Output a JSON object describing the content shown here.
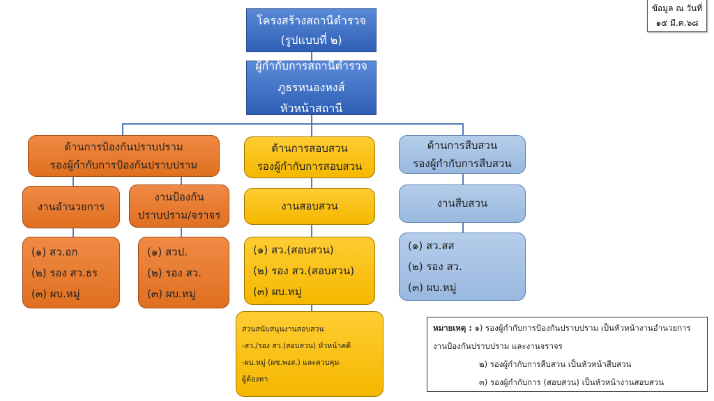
{
  "title": "โครงสร้างสถานีตำรวจ (รูปแบบที่ ๒)",
  "date": {
    "line1": "ข้อมูล ณ วันที่",
    "line2": "๑๕ มี.ค.๖๘"
  },
  "head": {
    "line1": "ผู้กำกับการสถานีตำรวจภูธรหนองหงส์",
    "line2": "หัวหน้าสถานี"
  },
  "prevention": {
    "line1": "ด้านการป้องกันปราบปราม",
    "line2": "รองผู้กำกับการป้องกันปราบปราม",
    "admin": {
      "label": "งานอำนวยการ",
      "items": [
        "(๑) สว.อก",
        "(๒) รอง สว.ธร",
        "(๓) ผบ.หมู่"
      ]
    },
    "patrol": {
      "line1": "งานป้องกัน",
      "line2": "ปราบปราม/จราจร",
      "items": [
        "(๑) สวป.",
        "(๒) รอง สว.",
        "(๓) ผบ.หมู่"
      ]
    }
  },
  "inquiry": {
    "line1": "ด้านการสอบสวน",
    "line2": "รองผู้กำกับการสอบสวน",
    "work": {
      "label": "งานสอบสวน",
      "items": [
        "(๑) สว.(สอบสวน)",
        "(๒) รอง สว.(สอบสวน)",
        "(๓) ผบ.หมู่"
      ]
    },
    "support": [
      "ส่วนสนับสนุนงานสอบสวน",
      "-สว./รอง สว.(สอบสวน) หัวหน้าคดี",
      "-ผบ.หมู่ (ผช.พงส.) และควบคุม",
      "ผู้ต้องหา"
    ]
  },
  "investigation": {
    "line1": "ด้านการสืบสวน",
    "line2": "รองผู้กำกับการสืบสวน",
    "work": {
      "label": "งานสืบสวน",
      "items": [
        "(๑) สว.สส",
        "(๒) รอง สว.",
        "(๓) ผบ.หมู่"
      ]
    }
  },
  "note": {
    "label": "หมายเหตุ :",
    "lines": [
      "๑) รองผู้กำกับการป้องกันปราบปราม เป็นหัวหน้างานอำนวยการ",
      "งานป้องกันปราบปราม และงานจราจร",
      "๒) รองผู้กำกับการสืบสวน เป็นหัวหน้าสืบสวน",
      "๓) รองผู้กำกับการ (สอบสวน) เป็นหัวหน้างานสอบสวน"
    ]
  }
}
